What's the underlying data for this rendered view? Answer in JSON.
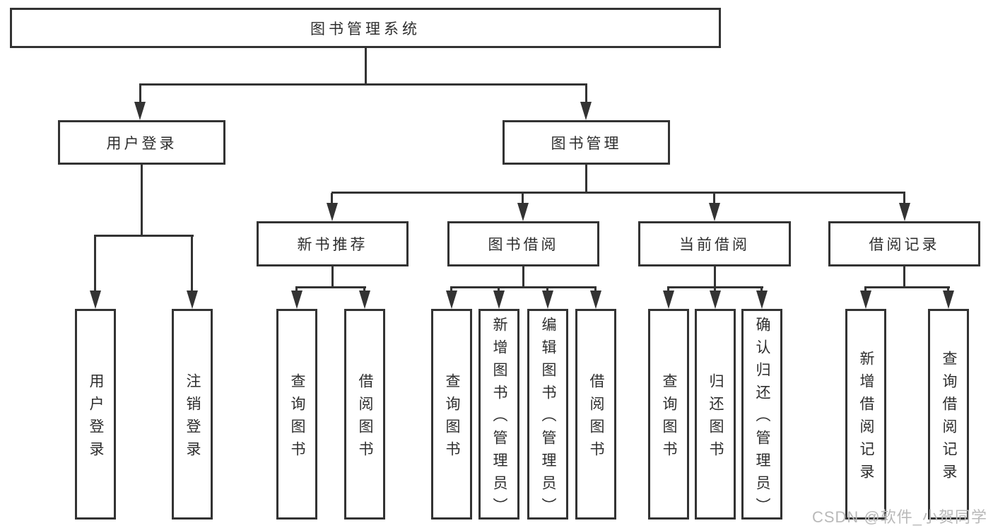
{
  "diagram": {
    "root": {
      "label": "图书管理系统"
    },
    "level2": [
      {
        "label": "用户登录"
      },
      {
        "label": "图书管理"
      }
    ],
    "level3": [
      {
        "label": "新书推荐"
      },
      {
        "label": "图书借阅"
      },
      {
        "label": "当前借阅"
      },
      {
        "label": "借阅记录"
      }
    ],
    "leaves": {
      "user_login": [
        "用户登录",
        "注销登录"
      ],
      "new_book": [
        "查询图书",
        "借阅图书"
      ],
      "book_borrow": [
        "查询图书",
        "新增图书（管理员）",
        "编辑图书（管理员）",
        "借阅图书"
      ],
      "current_borrow": [
        "查询图书",
        "归还图书",
        "确认归还（管理员）"
      ],
      "borrow_records": [
        "新增借阅记录",
        "查询借阅记录"
      ]
    }
  },
  "watermark": {
    "text": "CSDN @软件_小贺同学"
  },
  "colors": {
    "line": "#333333",
    "text": "#2e2e2e",
    "watermark": "#b9b9b9",
    "background": "#ffffff"
  }
}
